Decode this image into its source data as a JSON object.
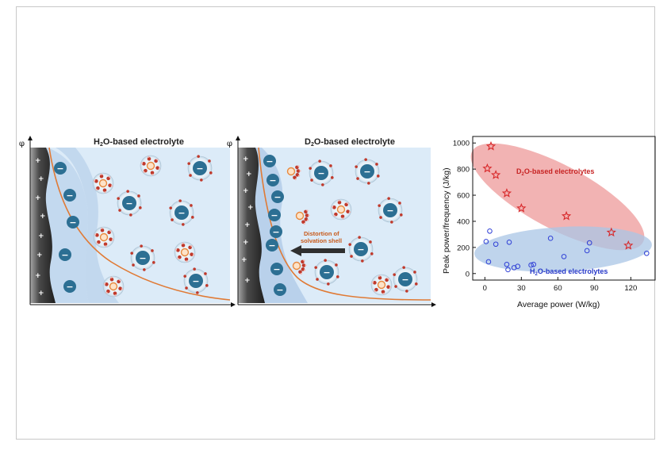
{
  "panel_left": {
    "title_pre": "H",
    "title_sub": "2",
    "title_post": "O-based electrolyte",
    "phi_label": "φ",
    "plus_sign": "+",
    "minus_sign": "−"
  },
  "panel_mid": {
    "title_pre": "D",
    "title_sub": "2",
    "title_post": "O-based electrolyte",
    "phi_label": "φ",
    "annotation_line1": "Distortion of",
    "annotation_line2": "solvation shell",
    "plus_sign": "+",
    "minus_sign": "−"
  },
  "colors": {
    "electrode_dark": "#2a2a2a",
    "electrolyte_bg": "#ddeefa",
    "anion": "#2c6f93",
    "potential_curve": "#e07a35",
    "solvent_dot": "#c0392b",
    "d2o_points": "#d8282a",
    "h2o_points": "#2f3fd6",
    "d2o_region": "#ee9a9a",
    "h2o_region": "#a9c6e6"
  },
  "chart_data": {
    "type": "scatter",
    "xlabel": "Average power (W/kg)",
    "ylabel": "Peak power/frequency (J/kg)",
    "xlim": [
      -10,
      140
    ],
    "ylim": [
      -50,
      1050
    ],
    "x_ticks": [
      0,
      30,
      60,
      90,
      120
    ],
    "y_ticks": [
      0,
      200,
      400,
      600,
      800,
      1000
    ],
    "series": [
      {
        "name": "D₂O-based electrolytes",
        "label_pre": "D",
        "label_sub": "2",
        "label_post": "O-based electrolytes",
        "marker": "star",
        "color": "#d8282a",
        "points": [
          [
            5,
            975
          ],
          [
            2,
            805
          ],
          [
            9,
            755
          ],
          [
            18,
            615
          ],
          [
            30,
            500
          ],
          [
            67,
            440
          ],
          [
            104,
            315
          ],
          [
            118,
            215
          ]
        ]
      },
      {
        "name": "H₂O-based electrolytes",
        "label_pre": "H",
        "label_sub": "2",
        "label_post": "O-based electrolytes",
        "marker": "circle",
        "color": "#2f3fd6",
        "points": [
          [
            1,
            245
          ],
          [
            4,
            325
          ],
          [
            9,
            225
          ],
          [
            20,
            240
          ],
          [
            54,
            270
          ],
          [
            86,
            235
          ],
          [
            133,
            155
          ],
          [
            3,
            90
          ],
          [
            18,
            70
          ],
          [
            19,
            30
          ],
          [
            24,
            45
          ],
          [
            27,
            55
          ],
          [
            38,
            65
          ],
          [
            40,
            70
          ],
          [
            65,
            130
          ],
          [
            84,
            175
          ]
        ]
      }
    ]
  }
}
